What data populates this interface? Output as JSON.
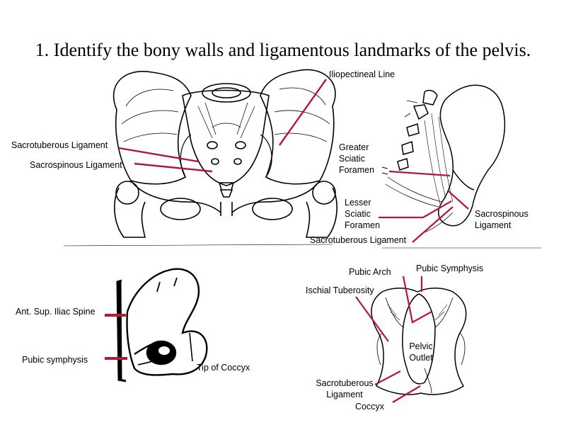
{
  "title": "1. Identify the bony walls and ligamentous landmarks of the pelvis.",
  "labels": {
    "iliopectineal_line": "Iliopectineal Line",
    "sacrotuberous_ligament_front": "Sacrotuberous Ligament",
    "sacrospinous_ligament_front": "Sacrospinous Ligament",
    "greater_sciatic_foramen": [
      "Greater",
      "Sciatic",
      "Foramen"
    ],
    "lesser_sciatic_foramen": [
      "Lesser",
      "Sciatic",
      "Foramen"
    ],
    "sacrospinous_ligament_side": [
      "Sacrospinous",
      "Ligament"
    ],
    "sacrotuberous_ligament_side": "Sacrotuberous Ligament",
    "ant_sup_iliac_spine": "Ant. Sup. Iliac Spine",
    "pubic_symphysis_lower": "Pubic symphysis",
    "tip_of_coccyx": "Tip of Coccyx",
    "pubic_arch": "Pubic Arch",
    "pubic_symphysis_inlet": "Pubic Symphysis",
    "ischial_tuberosity": "Ischial Tuberosity",
    "pelvic_outlet": [
      "Pelvic",
      "Outlet"
    ],
    "sacrotuberous_ligament_outlet": [
      "Sacrotuberous",
      "Ligament"
    ],
    "coccyx": "Coccyx"
  },
  "colors": {
    "pointer": "#b5173a",
    "bone": "#000000",
    "background": "#ffffff"
  }
}
